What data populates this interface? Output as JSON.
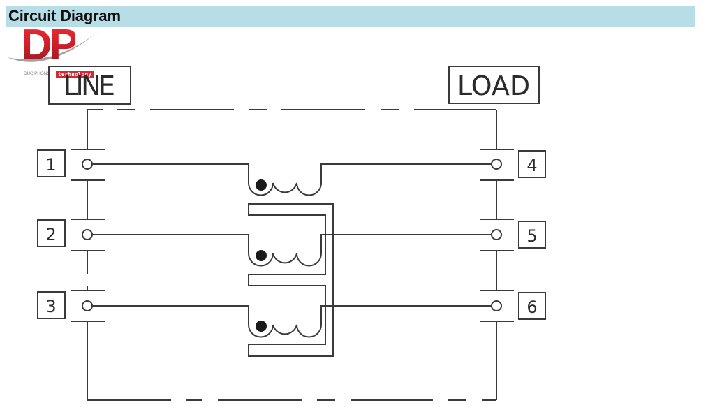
{
  "header": {
    "title": "Circuit Diagram",
    "background": "#b7dde7"
  },
  "logo": {
    "initials": "DP",
    "company": "DUC PHONG",
    "tagline": "technology",
    "brand_color": "#d12a33",
    "swoosh_color": "#8f8f8f"
  },
  "diagram": {
    "line_label": "LINE",
    "load_label": "LOAD",
    "line_pins": [
      "1",
      "2",
      "3"
    ],
    "load_pins": [
      "4",
      "5",
      "6"
    ],
    "windings": [
      {
        "name": "winding-1",
        "from_pin": "1",
        "to_pin": "4",
        "polarity_dot": true
      },
      {
        "name": "winding-2",
        "from_pin": "2",
        "to_pin": "5",
        "polarity_dot": true
      },
      {
        "name": "winding-3",
        "from_pin": "3",
        "to_pin": "6",
        "polarity_dot": true
      }
    ],
    "stroke_color": "#3a3a3a"
  }
}
